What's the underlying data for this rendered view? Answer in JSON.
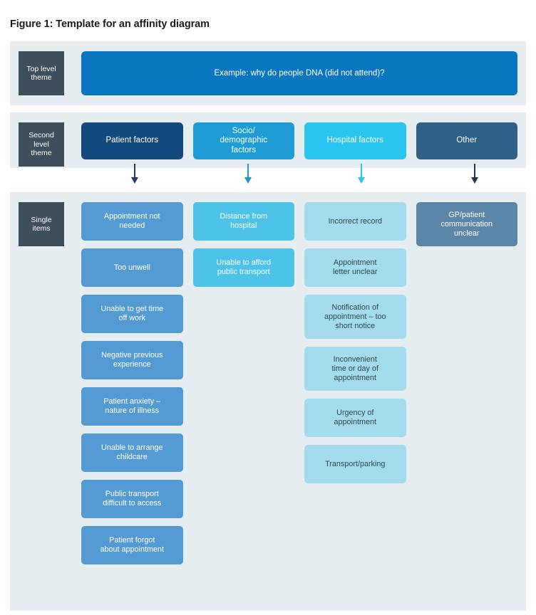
{
  "figure": {
    "title": "Figure 1: Template for an affinity diagram"
  },
  "rows": {
    "top_level": {
      "label": "Top level theme",
      "label_lines": [
        "Top level",
        "theme"
      ],
      "banner_text": "Example: why do people DNA (did not attend)?",
      "banner_color": "#0b76c0"
    },
    "second_level": {
      "label": "Second level theme",
      "label_lines": [
        "Second",
        "level",
        "theme"
      ]
    },
    "single_items": {
      "label": "Single items",
      "label_lines": [
        "Single",
        "items"
      ]
    }
  },
  "columns": [
    {
      "theme": "Patient factors",
      "theme_lines": [
        "Patient factors"
      ],
      "theme_color": "#134a7e",
      "arrow_color": "#1b3f73",
      "item_color": "#549ad3",
      "item_text_color": "#ffffff",
      "items": [
        {
          "lines": [
            "Appointment not",
            "needed"
          ]
        },
        {
          "lines": [
            "Too unwell"
          ]
        },
        {
          "lines": [
            "Unable to get time",
            "off work"
          ]
        },
        {
          "lines": [
            "Negative previous",
            "experience"
          ]
        },
        {
          "lines": [
            "Patient anxiety –",
            "nature of illness"
          ]
        },
        {
          "lines": [
            "Unable to arrange",
            "childcare"
          ]
        },
        {
          "lines": [
            "Public transport",
            "difficult to access"
          ]
        },
        {
          "lines": [
            "Patient forgot",
            "about appointment"
          ]
        }
      ]
    },
    {
      "theme": "Socio/demographic factors",
      "theme_lines": [
        "Socio/",
        "demographic",
        "factors"
      ],
      "theme_color": "#1f9cd4",
      "arrow_color": "#2196cf",
      "item_color": "#4dc3ea",
      "item_text_color": "#ffffff",
      "items": [
        {
          "lines": [
            "Distance from",
            "hospital"
          ]
        },
        {
          "lines": [
            "Unable to afford",
            "public transport"
          ]
        }
      ]
    },
    {
      "theme": "Hospital factors",
      "theme_lines": [
        "Hospital factors"
      ],
      "theme_color": "#29c4ef",
      "arrow_color": "#2ec3ef",
      "item_color": "#a5dced",
      "item_text_color": "#2d4654",
      "items": [
        {
          "lines": [
            "Incorrect record"
          ]
        },
        {
          "lines": [
            "Appointment",
            "letter unclear"
          ]
        },
        {
          "lines": [
            "Notification of",
            "appointment – too",
            "short notice"
          ]
        },
        {
          "lines": [
            "Inconvenient",
            "time or day of",
            "appointment"
          ]
        },
        {
          "lines": [
            "Urgency of",
            "appointment"
          ]
        },
        {
          "lines": [
            "Transport/parking"
          ]
        }
      ]
    },
    {
      "theme": "Other",
      "theme_lines": [
        "Other"
      ],
      "theme_color": "#2f6186",
      "arrow_color": "#23374d",
      "item_color": "#5b86a8",
      "item_text_color": "#ffffff",
      "items": [
        {
          "lines": [
            "GP/patient",
            "communication",
            "unclear"
          ]
        }
      ]
    }
  ]
}
